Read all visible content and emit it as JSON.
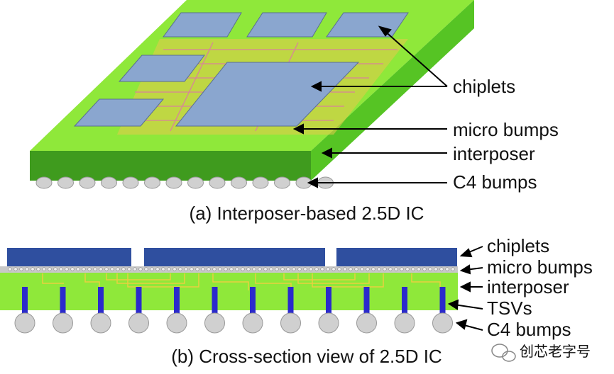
{
  "top_view": {
    "labels": {
      "chiplets": "chiplets",
      "micro_bumps": "micro bumps",
      "interposer": "interposer",
      "c4_bumps": "C4 bumps"
    },
    "caption": "(a) Interposer-based 2.5D IC"
  },
  "cross_section": {
    "labels": {
      "chiplets": "chiplets",
      "micro_bumps": "micro bumps",
      "interposer": "interposer",
      "tsvs": "TSVs",
      "c4_bumps": "C4 bumps"
    },
    "caption": "(b) Cross-section view of 2.5D IC"
  },
  "watermark": {
    "text": "创芯老字号"
  },
  "colors": {
    "interposer_top": "#8fe83a",
    "interposer_front": "#3f9b1e",
    "interposer_side": "#56c424",
    "chiplet_top": "#8aa6cf",
    "chiplet_cross": "#2f4f9f",
    "tsv": "#2a2acc",
    "bump": "#d0d0d0",
    "wire_yellow": "#e8d040",
    "wire_pink": "#e06fb0"
  }
}
